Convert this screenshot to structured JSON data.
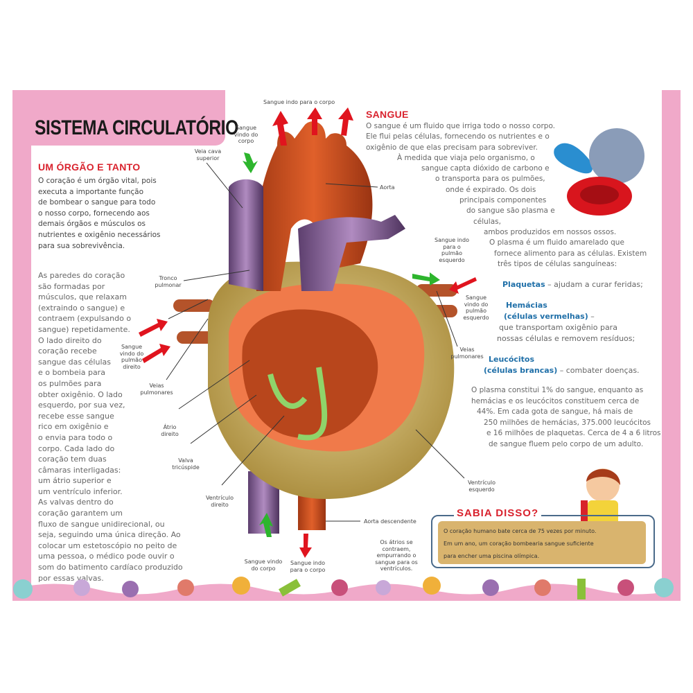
{
  "title": "SISTEMA CIRCULATÓRIO",
  "section1": {
    "heading": "UM ÓRGÃO E TANTO",
    "lines": [
      "O coração é um órgão vital, pois",
      "executa a importante função",
      "de bombear o sangue para todo",
      "o nosso corpo, fornecendo aos",
      "demais órgãos e músculos os",
      "nutrientes e oxigênio necessários",
      "para sua sobrevivência."
    ]
  },
  "section2": {
    "lines": [
      "As paredes do coração",
      "são formadas por",
      "músculos, que relaxam",
      "(extraindo o sangue) e",
      "contraem (expulsando o",
      "sangue) repetidamente.",
      "O lado direito do",
      "coração recebe",
      "sangue das células",
      "e o bombeia para",
      "os pulmões para",
      "obter oxigênio. O lado",
      "esquerdo, por sua vez,",
      "recebe esse sangue",
      "rico em oxigênio e",
      "o envia para todo o",
      "corpo. Cada lado do",
      "coração tem duas",
      "câmaras interligadas:",
      "um átrio superior e",
      "um ventrículo inferior.",
      "As valvas dentro do",
      "coração garantem um",
      "fluxo de sangue unidirecional, ou",
      "seja, seguindo uma única direção. Ao",
      "colocar um estetoscópio no peito de",
      "uma pessoa, o médico pode ouvir o",
      "som do batimento cardíaco produzido",
      "por essas valvas."
    ]
  },
  "sangue": {
    "heading": "SANGUE",
    "lines": [
      "O sangue é um fluido que irriga todo o nosso corpo.",
      "Ele flui pelas células, fornecendo os nutrientes e o",
      "oxigênio de que elas precisam para sobreviver.",
      "À medida que viaja pelo organismo, o",
      "sangue capta dióxido de carbono e",
      "o transporta para os pulmões,",
      "onde é expirado. Os dois",
      "principais componentes",
      "do sangue são plasma e",
      "células,",
      "ambos produzidos em nossos ossos.",
      "O plasma é um fluido amarelado que",
      "fornece alimento para as células. Existem",
      "três tipos de células sanguíneas:"
    ],
    "plaquetas": {
      "name": "Plaquetas",
      "desc": " – ajudam a curar feridas;"
    },
    "hemacias": {
      "name": "Hemácias",
      "name2": "(células vermelhas)",
      "desc": " –",
      "desc2": "que transportam oxigênio para",
      "desc3": "nossas células e removem resíduos;"
    },
    "leucocitos": {
      "name": "Leucócitos",
      "name2": "(células brancas)",
      "desc": " – combater doenças."
    },
    "plasma_lines": [
      "O plasma constitui 1% do sangue, enquanto as",
      "hemácias e os leucócitos constituem cerca de",
      "44%. Em cada gota de sangue, há mais de",
      "250 milhões de hemácias, 375.000 leucócitos",
      "e 16 milhões de plaquetas. Cerca de 4 a 6 litros",
      "de sangue fluem pelo corpo de um adulto."
    ]
  },
  "labels": {
    "sangue_indo_corpo_top": "Sangue indo para o corpo",
    "sangue_vindo_corpo_top": "Sangue vindo do corpo",
    "veia_cava": "Veia cava superior",
    "aorta": "Aorta",
    "tronco": "Tronco pulmonar",
    "vindo_pulmao_dir": "Sangue vindo do pulmão direito",
    "veias_pulm_left": "Veias pulmonares",
    "atrio": "Átrio direito",
    "valva": "Valva tricúspide",
    "ventr_dir": "Ventrículo direito",
    "aorta_desc": "Aorta descendente",
    "vindo_corpo_bottom": "Sangue vindo do corpo",
    "indo_corpo_bottom": "Sangue indo para o corpo",
    "atrios": "Os átrios se contraem, empurrando o sangue para os ventrículos.",
    "indo_pulmao_esq": "Sangue indo para o pulmão esquerdo",
    "vindo_pulmao_esq": "Sangue vindo do pulmão esquerdo",
    "veias_pulm_right": "Veias pulmonares",
    "ventr_esq": "Ventrículo esquerdo"
  },
  "sabia": {
    "title": "SABIA DISSO?",
    "lines": [
      "O coração humano bate cerca de 75 vezes por minuto.",
      "Em um ano, um coração bombearia sangue suficiente",
      "para encher uma piscina olímpica."
    ]
  },
  "colors": {
    "pink": "#f0a9c9",
    "red": "#d9232e",
    "blue": "#1f6fa8",
    "box": "#d9b46e"
  }
}
